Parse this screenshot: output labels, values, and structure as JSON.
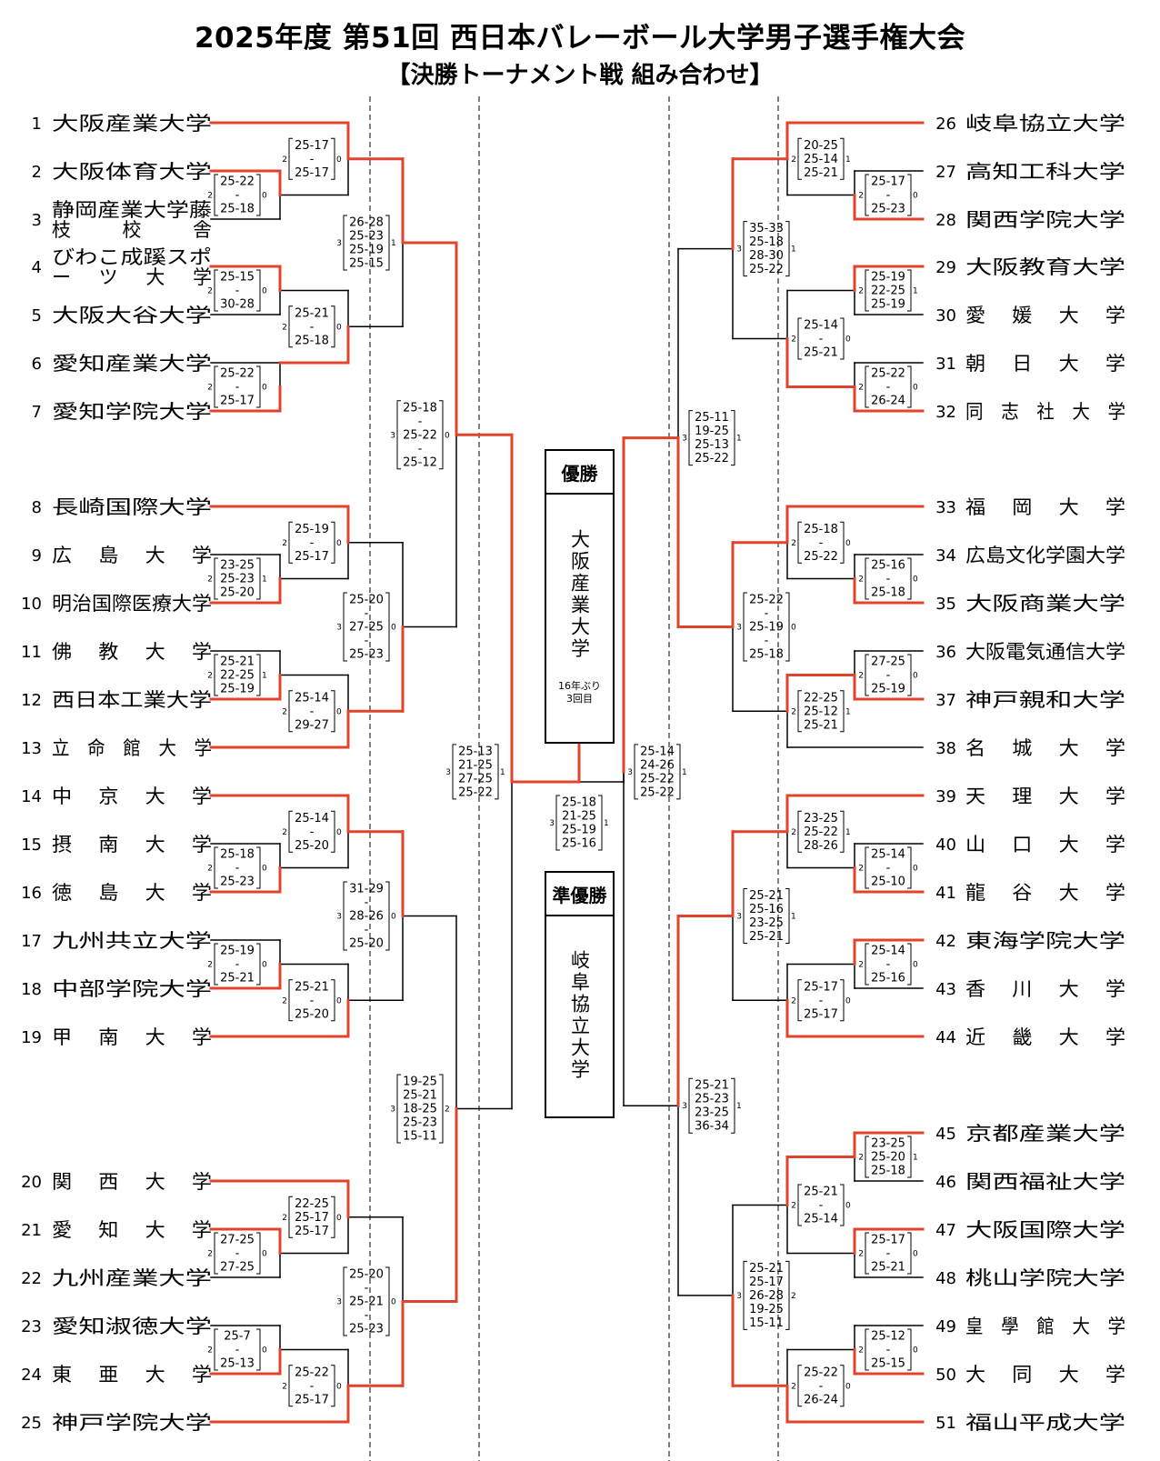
{
  "title": "2025年度 第51回 西日本バレーボール大学男子選手権大会",
  "subtitle": "【決勝トーナメント戦 組み合わせ】",
  "colors": {
    "winner_line": "#e0442a",
    "line": "#000000"
  },
  "champion": {
    "label": "優勝",
    "name": "大阪産業大学",
    "note1": "16年ぶり",
    "note2": "3回目"
  },
  "runner_up": {
    "label": "準優勝",
    "name": "岐阜協立大学"
  },
  "left_teams": [
    {
      "num": "1",
      "name": "大阪産業大学"
    },
    {
      "num": "2",
      "name": "大阪体育大学"
    },
    {
      "num": "3",
      "name": "静岡産業大学藤枝校舎"
    },
    {
      "num": "4",
      "name": "びわこ成蹊スポーツ大学"
    },
    {
      "num": "5",
      "name": "大阪大谷大学"
    },
    {
      "num": "6",
      "name": "愛知産業大学"
    },
    {
      "num": "7",
      "name": "愛知学院大学"
    },
    {
      "num": "8",
      "name": "長崎国際大学"
    },
    {
      "num": "9",
      "name": "広島大学"
    },
    {
      "num": "10",
      "name": "明治国際医療大学"
    },
    {
      "num": "11",
      "name": "佛教大学"
    },
    {
      "num": "12",
      "name": "西日本工業大学"
    },
    {
      "num": "13",
      "name": "立命館大学"
    },
    {
      "num": "14",
      "name": "中京大学"
    },
    {
      "num": "15",
      "name": "摂南大学"
    },
    {
      "num": "16",
      "name": "徳島大学"
    },
    {
      "num": "17",
      "name": "九州共立大学"
    },
    {
      "num": "18",
      "name": "中部学院大学"
    },
    {
      "num": "19",
      "name": "甲南大学"
    },
    {
      "num": "20",
      "name": "関西大学"
    },
    {
      "num": "21",
      "name": "愛知大学"
    },
    {
      "num": "22",
      "name": "九州産業大学"
    },
    {
      "num": "23",
      "name": "愛知淑徳大学"
    },
    {
      "num": "24",
      "name": "東亜大学"
    },
    {
      "num": "25",
      "name": "神戸学院大学"
    }
  ],
  "right_teams": [
    {
      "num": "26",
      "name": "岐阜協立大学"
    },
    {
      "num": "27",
      "name": "高知工科大学"
    },
    {
      "num": "28",
      "name": "関西学院大学"
    },
    {
      "num": "29",
      "name": "大阪教育大学"
    },
    {
      "num": "30",
      "name": "愛媛大学"
    },
    {
      "num": "31",
      "name": "朝日大学"
    },
    {
      "num": "32",
      "name": "同志社大学"
    },
    {
      "num": "33",
      "name": "福岡大学"
    },
    {
      "num": "34",
      "name": "広島文化学園大学"
    },
    {
      "num": "35",
      "name": "大阪商業大学"
    },
    {
      "num": "36",
      "name": "大阪電気通信大学"
    },
    {
      "num": "37",
      "name": "神戸親和大学"
    },
    {
      "num": "38",
      "name": "名城大学"
    },
    {
      "num": "39",
      "name": "天理大学"
    },
    {
      "num": "40",
      "name": "山口大学"
    },
    {
      "num": "41",
      "name": "龍谷大学"
    },
    {
      "num": "42",
      "name": "東海学院大学"
    },
    {
      "num": "43",
      "name": "香川大学"
    },
    {
      "num": "44",
      "name": "近畿大学"
    },
    {
      "num": "45",
      "name": "京都産業大学"
    },
    {
      "num": "46",
      "name": "関西福祉大学"
    },
    {
      "num": "47",
      "name": "大阪国際大学"
    },
    {
      "num": "48",
      "name": "桃山学院大学"
    },
    {
      "num": "49",
      "name": "皇學館大学"
    },
    {
      "num": "50",
      "name": "大同大学"
    },
    {
      "num": "51",
      "name": "福山平成大学"
    }
  ],
  "matches": {
    "L_2_3": {
      "sets": [
        "2",
        "0"
      ],
      "scores": [
        "25-22",
        "-",
        "25-18"
      ]
    },
    "L_4_5": {
      "sets": [
        "2",
        "0"
      ],
      "scores": [
        "25-15",
        "-",
        "30-28"
      ]
    },
    "L_6_7": {
      "sets": [
        "2",
        "0"
      ],
      "scores": [
        "25-22",
        "-",
        "25-17"
      ]
    },
    "L_9_10": {
      "sets": [
        "2",
        "1"
      ],
      "scores": [
        "23-25",
        "25-23",
        "25-20"
      ]
    },
    "L_11_12": {
      "sets": [
        "2",
        "1"
      ],
      "scores": [
        "25-21",
        "22-25",
        "25-19"
      ]
    },
    "L_15_16": {
      "sets": [
        "2",
        "0"
      ],
      "scores": [
        "25-18",
        "-",
        "25-23"
      ]
    },
    "L_17_18": {
      "sets": [
        "2",
        "0"
      ],
      "scores": [
        "25-19",
        "-",
        "25-21"
      ]
    },
    "L_21_22": {
      "sets": [
        "2",
        "0"
      ],
      "scores": [
        "27-25",
        "-",
        "27-25"
      ]
    },
    "L_23_24": {
      "sets": [
        "2",
        "0"
      ],
      "scores": [
        "25-7",
        "-",
        "25-13"
      ]
    },
    "L_1_Q": {
      "sets": [
        "2",
        "0"
      ],
      "scores": [
        "25-17",
        "-",
        "25-17"
      ]
    },
    "L_R_6": {
      "sets": [
        "2",
        "0"
      ],
      "scores": [
        "25-21",
        "-",
        "25-18"
      ]
    },
    "L_8_R": {
      "sets": [
        "2",
        "0"
      ],
      "scores": [
        "25-19",
        "-",
        "25-17"
      ]
    },
    "L_R_13": {
      "sets": [
        "2",
        "0"
      ],
      "scores": [
        "25-14",
        "-",
        "29-27"
      ]
    },
    "L_14_R": {
      "sets": [
        "2",
        "0"
      ],
      "scores": [
        "25-14",
        "-",
        "25-20"
      ]
    },
    "L_R_19": {
      "sets": [
        "2",
        "0"
      ],
      "scores": [
        "25-21",
        "-",
        "25-20"
      ]
    },
    "L_20_R": {
      "sets": [
        "2",
        "0"
      ],
      "scores": [
        "22-25",
        "25-17",
        "25-17"
      ]
    },
    "L_R_25": {
      "sets": [
        "2",
        "0"
      ],
      "scores": [
        "25-22",
        "-",
        "25-17"
      ]
    },
    "L_Q1": {
      "sets": [
        "3",
        "1"
      ],
      "scores": [
        "26-28",
        "25-23",
        "25-19",
        "25-15"
      ]
    },
    "L_Q2": {
      "sets": [
        "3",
        "0"
      ],
      "scores": [
        "25-20",
        "-",
        "27-25",
        "-",
        "25-23"
      ]
    },
    "L_Q3": {
      "sets": [
        "3",
        "0"
      ],
      "scores": [
        "31-29",
        "-",
        "28-26",
        "-",
        "25-20"
      ]
    },
    "L_Q4": {
      "sets": [
        "3",
        "0"
      ],
      "scores": [
        "25-20",
        "-",
        "25-21",
        "-",
        "25-23"
      ]
    },
    "L_S1": {
      "sets": [
        "3",
        "0"
      ],
      "scores": [
        "25-18",
        "-",
        "25-22",
        "-",
        "25-12"
      ]
    },
    "L_S2": {
      "sets": [
        "3",
        "2"
      ],
      "scores": [
        "19-25",
        "25-21",
        "18-25",
        "25-23",
        "15-11"
      ]
    },
    "L_F": {
      "sets": [
        "3",
        "1"
      ],
      "scores": [
        "25-13",
        "21-25",
        "27-25",
        "25-22"
      ]
    },
    "R_26_27": {
      "sets": [
        "2",
        "1"
      ],
      "scores": [
        "20-25",
        "25-14",
        "25-21"
      ]
    },
    "R_27_28": {
      "sets": [
        "2",
        "0"
      ],
      "scores": [
        "25-17",
        "-",
        "25-23"
      ]
    },
    "R_29_30": {
      "sets": [
        "2",
        "1"
      ],
      "scores": [
        "25-19",
        "22-25",
        "25-19"
      ]
    },
    "R_31_32": {
      "sets": [
        "2",
        "0"
      ],
      "scores": [
        "25-22",
        "-",
        "26-24"
      ]
    },
    "R_Q_31": {
      "sets": [
        "2",
        "0"
      ],
      "scores": [
        "25-14",
        "-",
        "25-21"
      ]
    },
    "R_33_Q": {
      "sets": [
        "2",
        "0"
      ],
      "scores": [
        "25-18",
        "-",
        "25-22"
      ]
    },
    "R_34_35": {
      "sets": [
        "2",
        "0"
      ],
      "scores": [
        "25-16",
        "-",
        "25-18"
      ]
    },
    "R_36_37": {
      "sets": [
        "2",
        "0"
      ],
      "scores": [
        "27-25",
        "-",
        "25-19"
      ]
    },
    "R_37_38": {
      "sets": [
        "2",
        "1"
      ],
      "scores": [
        "22-25",
        "25-12",
        "25-21"
      ]
    },
    "R_39_Q": {
      "sets": [
        "2",
        "1"
      ],
      "scores": [
        "23-25",
        "25-22",
        "28-26"
      ]
    },
    "R_40_41": {
      "sets": [
        "2",
        "0"
      ],
      "scores": [
        "25-14",
        "-",
        "25-10"
      ]
    },
    "R_42_43": {
      "sets": [
        "2",
        "0"
      ],
      "scores": [
        "25-14",
        "-",
        "25-16"
      ]
    },
    "R_Q_44": {
      "sets": [
        "2",
        "0"
      ],
      "scores": [
        "25-17",
        "-",
        "25-17"
      ]
    },
    "R_45_46": {
      "sets": [
        "2",
        "1"
      ],
      "scores": [
        "23-25",
        "25-20",
        "25-18"
      ]
    },
    "R_46_Q": {
      "sets": [
        "2",
        "0"
      ],
      "scores": [
        "25-21",
        "-",
        "25-14"
      ]
    },
    "R_47_48": {
      "sets": [
        "2",
        "0"
      ],
      "scores": [
        "25-17",
        "-",
        "25-21"
      ]
    },
    "R_49_50": {
      "sets": [
        "2",
        "0"
      ],
      "scores": [
        "25-12",
        "-",
        "25-15"
      ]
    },
    "R_Q_51": {
      "sets": [
        "2",
        "0"
      ],
      "scores": [
        "25-22",
        "-",
        "26-24"
      ]
    },
    "R_Q1": {
      "sets": [
        "3",
        "1"
      ],
      "scores": [
        "35-33",
        "25-18",
        "28-30",
        "25-22"
      ]
    },
    "R_Q2": {
      "sets": [
        "3",
        "0"
      ],
      "scores": [
        "25-22",
        "-",
        "25-19",
        "-",
        "25-18"
      ]
    },
    "R_Q3": {
      "sets": [
        "3",
        "1"
      ],
      "scores": [
        "25-21",
        "25-16",
        "23-25",
        "25-21"
      ]
    },
    "R_Q4": {
      "sets": [
        "3",
        "2"
      ],
      "scores": [
        "25-21",
        "25-17",
        "26-28",
        "19-25",
        "15-11"
      ]
    },
    "R_S1": {
      "sets": [
        "3",
        "1"
      ],
      "scores": [
        "25-11",
        "19-25",
        "25-13",
        "25-22"
      ]
    },
    "R_S2": {
      "sets": [
        "3",
        "1"
      ],
      "scores": [
        "25-21",
        "25-23",
        "23-25",
        "36-34"
      ]
    },
    "R_F": {
      "sets": [
        "3",
        "1"
      ],
      "scores": [
        "25-14",
        "24-26",
        "25-22",
        "25-22"
      ]
    },
    "FINAL": {
      "sets": [
        "3",
        "1"
      ],
      "scores": [
        "25-18",
        "21-25",
        "25-19",
        "25-16"
      ]
    }
  }
}
